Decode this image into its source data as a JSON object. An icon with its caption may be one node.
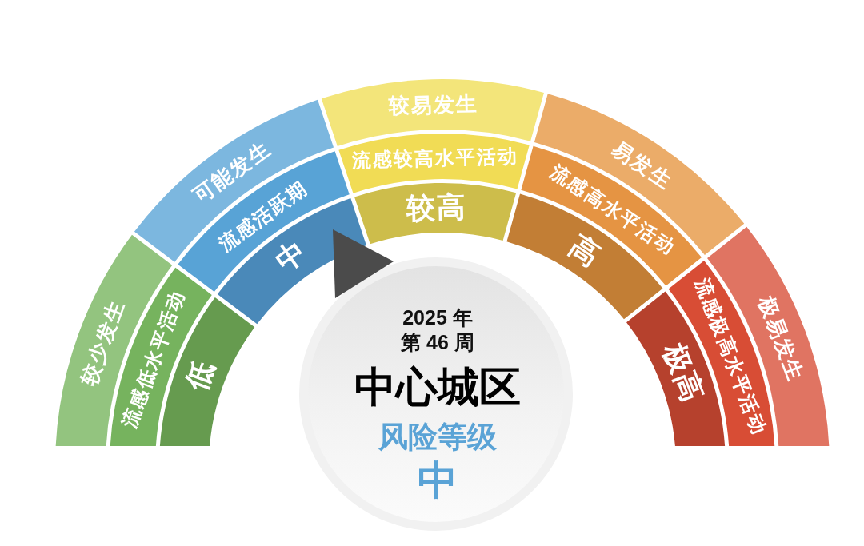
{
  "diagram": {
    "nodes": [
      {
        "text": [
          "较少发生"
        ]
      },
      {
        "text": [
          "流感低水平活动"
        ]
      },
      {
        "text": [
          "低"
        ]
      },
      {
        "text": [
          "可能发生"
        ]
      },
      {
        "text": [
          "流感活跃期"
        ]
      },
      {
        "text": [
          "中"
        ]
      },
      {
        "text": [
          "较易发生"
        ]
      },
      {
        "text": [
          "流感较高水平活动"
        ]
      },
      {
        "text": [
          "较高"
        ]
      },
      {
        "text": [
          "易发生"
        ]
      },
      {
        "text": [
          "流感高水平活动"
        ]
      },
      {
        "text": [
          "高"
        ]
      },
      {
        "text": [
          "极易发生"
        ]
      },
      {
        "text": [
          "流感极高水平活动"
        ]
      },
      {
        "text": [
          "极高"
        ]
      },
      {
        "text": [
          "2025 年",
          "第 46 周",
          "中心城区",
          "风险等级",
          "中"
        ]
      }
    ]
  }
}
